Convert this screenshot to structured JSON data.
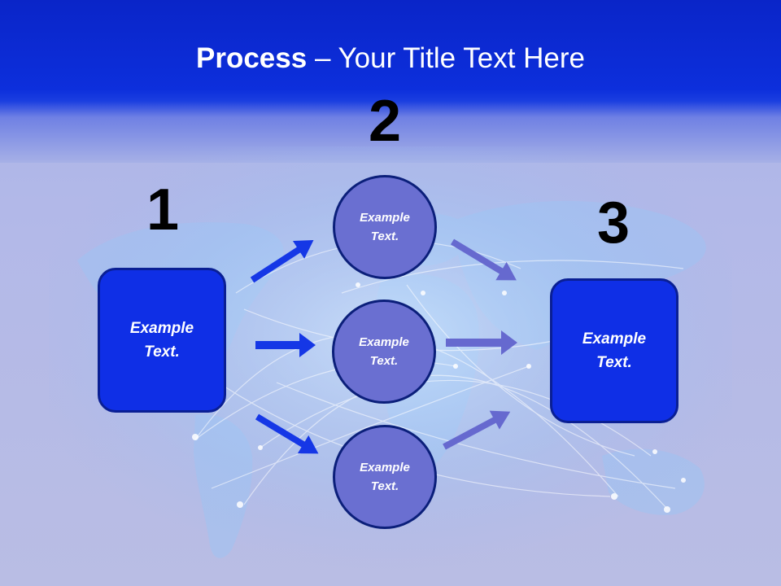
{
  "slide": {
    "title_bold": "Process",
    "title_rest": " – Your Title Text Here",
    "step_numbers": [
      "1",
      "2",
      "3"
    ],
    "left_box": "Example\nText.",
    "right_box": "Example\nText.",
    "circles": [
      "Example\nText.",
      "Example\nText.",
      "Example\nText."
    ]
  },
  "colors": {
    "header_blue": "#0d2fdc",
    "box_blue": "#0f2fe6",
    "circle_purple": "#6a6fd1",
    "arrow_bright": "#1537e6",
    "arrow_muted": "#6669cf"
  }
}
